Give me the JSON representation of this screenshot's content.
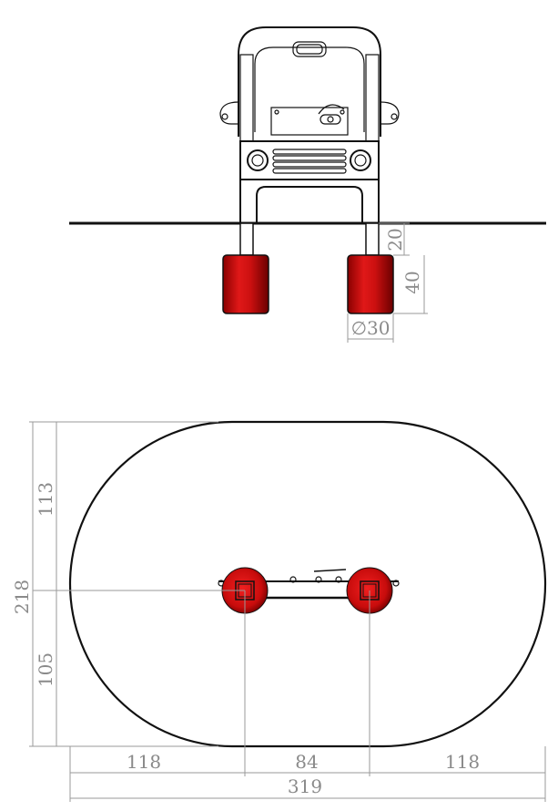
{
  "side_view": {
    "dimensions": {
      "post_height": "20",
      "footing_height": "40",
      "footing_diameter": "∅30"
    }
  },
  "plan_view": {
    "dimensions": {
      "top_depth": "113",
      "bottom_depth": "105",
      "total_depth": "218",
      "left_clearance": "118",
      "post_spacing": "84",
      "right_clearance": "118",
      "total_width": "319"
    }
  },
  "colors": {
    "footing_red": "#cc1010",
    "footing_dark": "#7a0000",
    "ink": "#111111",
    "dimension_gray": "#8a8a8a"
  }
}
